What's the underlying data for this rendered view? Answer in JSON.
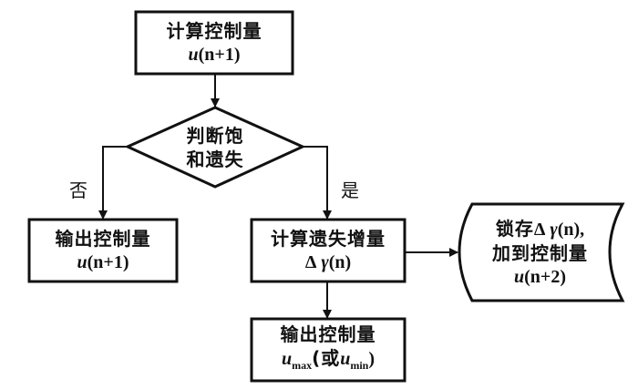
{
  "diagram": {
    "type": "flowchart",
    "nodes": {
      "compute_control": {
        "line1": "计算控制量",
        "line2_var": "u",
        "line2_rest": "(n+1)"
      },
      "decision": {
        "line1": "判断饱",
        "line2": "和遗失"
      },
      "output_control": {
        "line1": "输出控制量",
        "line2_var": "u",
        "line2_rest": "(n+1)"
      },
      "compute_loss": {
        "line1": "计算遗失增量",
        "line2_delta": "Δ",
        "line2_var": "γ",
        "line2_rest": "(n)"
      },
      "latch": {
        "line1_cn": "锁存",
        "line1_delta": "Δ",
        "line1_var": "γ",
        "line1_rest": "(n),",
        "line2": "加到控制量",
        "line3_var": "u",
        "line3_rest": "(n+2)"
      },
      "output_limit": {
        "line1": "输出控制量",
        "u1": "u",
        "sub1": "max",
        "mid": "(或",
        "u2": "u",
        "sub2": "min",
        "end": ")"
      }
    },
    "edges": [
      {
        "from": "compute_control",
        "to": "decision",
        "label": ""
      },
      {
        "from": "decision",
        "to": "output_control",
        "label": "否"
      },
      {
        "from": "decision",
        "to": "compute_loss",
        "label": "是"
      },
      {
        "from": "compute_loss",
        "to": "latch",
        "label": ""
      },
      {
        "from": "compute_loss",
        "to": "output_limit",
        "label": ""
      }
    ],
    "edge_labels": {
      "no": "否",
      "yes": "是"
    }
  }
}
